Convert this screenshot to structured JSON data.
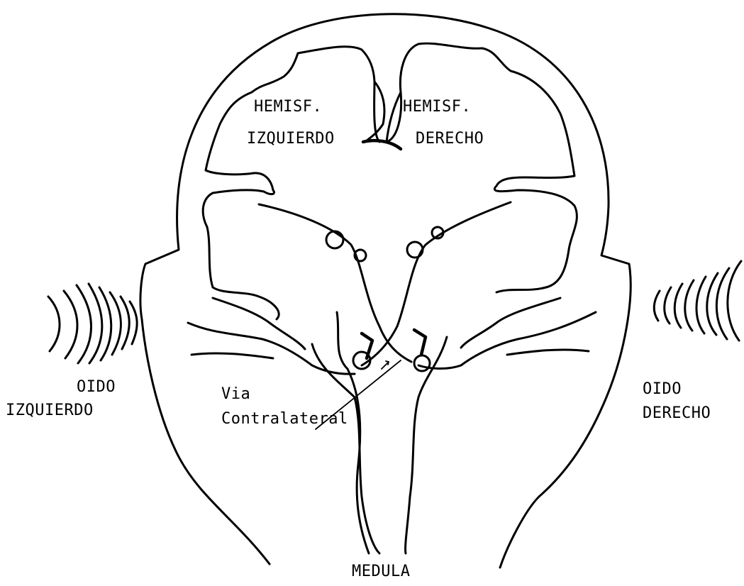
{
  "labels": {
    "left_hemisphere_line1": "HEMISF.",
    "left_hemisphere_line2": "IZQUIERDO",
    "right_hemisphere_line1": "HEMISF.",
    "right_hemisphere_line2": "DERECHO",
    "left_ear_line1": "OIDO",
    "left_ear_line2": "IZQUIERDO",
    "right_ear_line1": "OIDO",
    "right_ear_line2": "DERECHO",
    "pathway_line1": "Via",
    "pathway_line2": "Contralateral",
    "spinal_cord": "MEDULA"
  }
}
